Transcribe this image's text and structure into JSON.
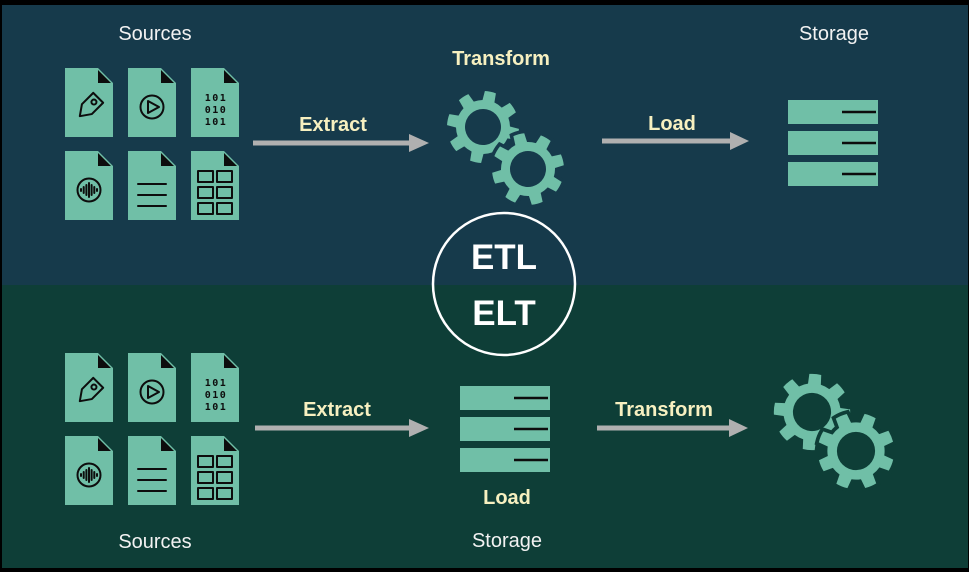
{
  "badge": {
    "top_label": "ETL",
    "bottom_label": "ELT"
  },
  "etl_flow": {
    "sources_label": "Sources",
    "extract_label": "Extract",
    "transform_label": "Transform",
    "load_label": "Load",
    "storage_label": "Storage"
  },
  "elt_flow": {
    "sources_label": "Sources",
    "extract_label": "Extract",
    "load_label": "Load",
    "storage_label": "Storage",
    "transform_label": "Transform"
  },
  "binary_doc": {
    "lines": [
      "101",
      "010",
      "101"
    ]
  },
  "source_icons": [
    "tag-document-icon",
    "video-document-icon",
    "binary-document-icon",
    "audio-document-icon",
    "text-lines-document-icon",
    "table-document-icon"
  ],
  "colors": {
    "top_background": "#163A4B",
    "bottom_background": "#0E3E37",
    "document_teal": "#70BFA7",
    "accent_text": "#F7F0C0",
    "light_text": "#F2F2F2",
    "arrow_gray": "#B0B0B0",
    "glyph_ink": "#0D0D0D",
    "badge_circle_stroke": "#FFFFFF",
    "frame_border": "#000000"
  }
}
